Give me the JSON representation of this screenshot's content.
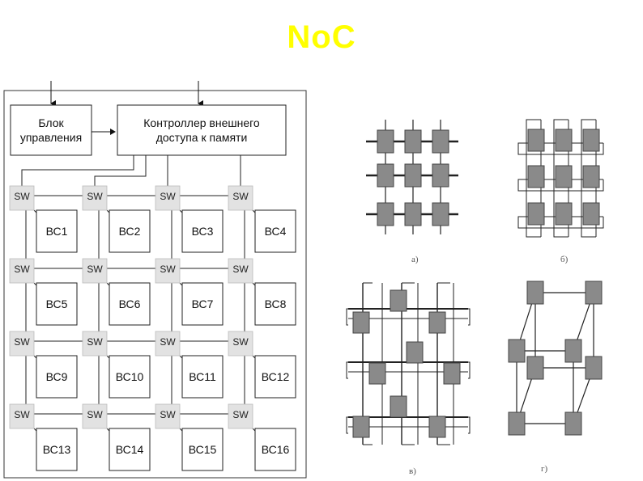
{
  "title": "NoC",
  "colors": {
    "title": "#ffff00",
    "node": "#8a8a8a",
    "switch": "#e2e2e2",
    "line": "#222222"
  },
  "architecture": {
    "control_block": [
      "Блок",
      "управления"
    ],
    "memory_controller": [
      "Контроллер внешнего",
      "доступа к памяти"
    ],
    "switch_label": "SW",
    "nodes": [
      "ВС1",
      "ВС2",
      "ВС3",
      "ВС4",
      "ВС5",
      "ВС6",
      "ВС7",
      "ВС8",
      "ВС9",
      "ВС10",
      "ВС11",
      "ВС12",
      "ВС13",
      "ВС14",
      "ВС15",
      "ВС16"
    ]
  },
  "topologies": {
    "captions": [
      "а)",
      "б)",
      "в)",
      "г)"
    ]
  }
}
